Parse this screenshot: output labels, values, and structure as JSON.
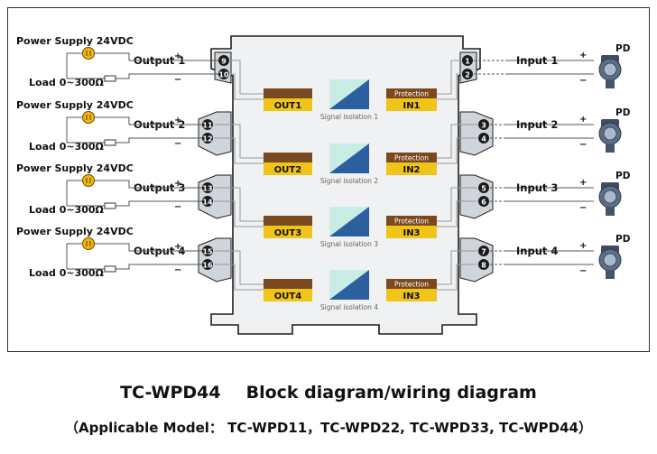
{
  "supply_label": "Power Supply 24VDC",
  "load_label": "Load  0~300Ω",
  "pd_label": "PD",
  "plus_sign": "+",
  "minus_sign": "−",
  "protection_label": "Protection",
  "channels": [
    {
      "output_label": "Output 1",
      "input_label": "Input 1",
      "out_block": "OUT1",
      "in_block": "IN1",
      "isolation_label": "Signal isolation 1",
      "term_out_plus": "9",
      "term_out_minus": "10",
      "term_in_plus": "1",
      "term_in_minus": "2"
    },
    {
      "output_label": "Output 2",
      "input_label": "Input 2",
      "out_block": "OUT2",
      "in_block": "IN2",
      "isolation_label": "Signal isolation 2",
      "term_out_plus": "11",
      "term_out_minus": "12",
      "term_in_plus": "3",
      "term_in_minus": "4"
    },
    {
      "output_label": "Output 3",
      "input_label": "Input 3",
      "out_block": "OUT3",
      "in_block": "IN3",
      "isolation_label": "Signal isolation 3",
      "term_out_plus": "13",
      "term_out_minus": "14",
      "term_in_plus": "5",
      "term_in_minus": "6"
    },
    {
      "output_label": "Output 4",
      "input_label": "Input 4",
      "out_block": "OUT4",
      "in_block": "IN3",
      "isolation_label": "Signal isolation 4",
      "term_out_plus": "15",
      "term_out_minus": "16",
      "term_in_plus": "7",
      "term_in_minus": "8"
    }
  ],
  "caption": {
    "model": "TC-WPD44",
    "title": "Block diagram/wiring diagram",
    "applicable": "（Applicable Model： TC-WPD11，TC-WPD22, TC-WPD33, TC-WPD44）"
  },
  "colors": {
    "out_block_top": "#7a4a1e",
    "out_block_bottom": "#f0c419",
    "isolation_light": "#c9ece6",
    "isolation_dark": "#2c5f9e",
    "housing": "#f0f1f2",
    "terminal_side": "#cfd5da",
    "terminal_dot": "#1b1b1b",
    "supply_icon": "#f2b705",
    "pd_body": "#5d6f86"
  }
}
